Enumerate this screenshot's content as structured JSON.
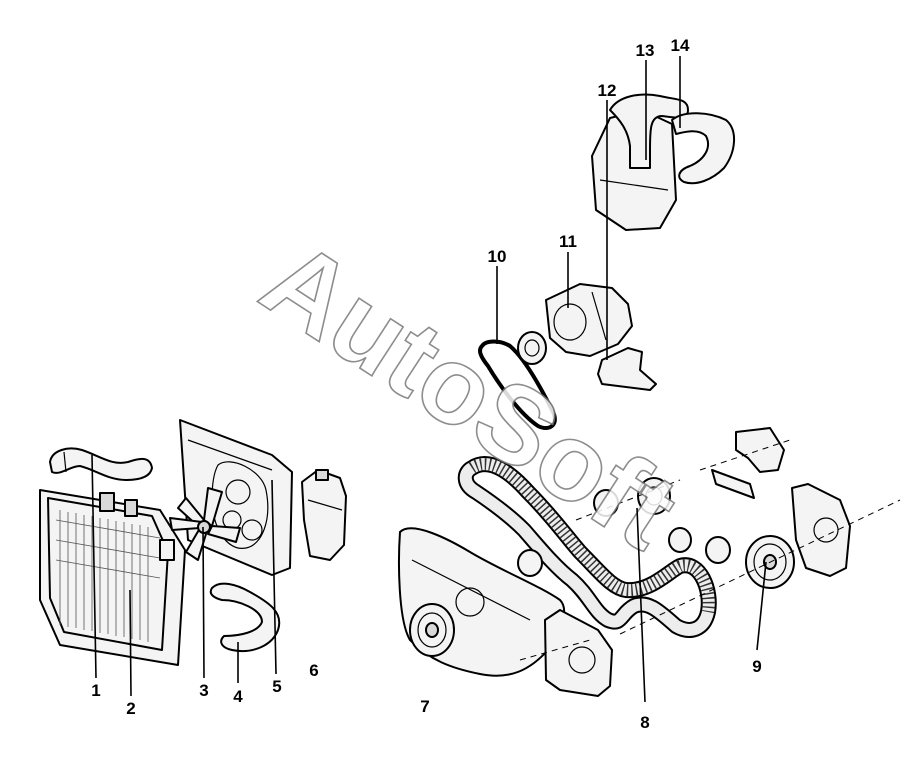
{
  "watermark": "AutoSoft",
  "callouts": [
    "1",
    "2",
    "3",
    "4",
    "5",
    "6",
    "7",
    "8",
    "9",
    "10",
    "11",
    "12",
    "13",
    "14"
  ]
}
